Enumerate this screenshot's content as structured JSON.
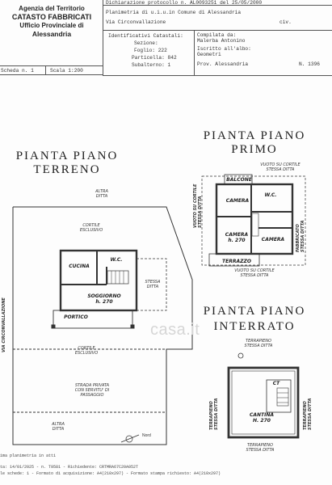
{
  "header": {
    "agency": "Agenzia del Territorio",
    "catasto": "CATASTO FABBRICATI",
    "office": "Ufficio Provinciale di",
    "city": "Alessandria",
    "protocol": "Dichiarazione protocollo n. AL0093251 del 25/05/2000",
    "plan_of": "Planimetria di u.i.u.in Comune di Alessandria",
    "address": "Via Circonvallazione",
    "civ": "civ.",
    "identifiers_title": "Identificativi Catastali:",
    "sezione": "Sezione:",
    "foglio": "Foglio: 222",
    "particella": "Particella: 842",
    "subalterno": "Subalterno: 1",
    "compiled_by": "Compilata da:",
    "compiler_name": "Malerba Antonino",
    "registered": "Iscritto all'albo:",
    "profession": "Geometri",
    "province": "Prov. Alessandria",
    "number": "N. 1396",
    "scheda": "Scheda n. 1",
    "scala": "Scala 1:200"
  },
  "plans": {
    "ground": {
      "title1": "PIANTA PIANO",
      "title2": "TERRENO",
      "altra_ditta_top": "ALTRA\nDITTA",
      "cortile_top": "CORTILE\nESCLUSIVO",
      "cucina": "CUCINA",
      "wc": "W.C.",
      "soggiorno": "SOGGIORNO\nh. 270",
      "stessa_ditta": "STESSA\nDITTA",
      "portico": "PORTICO",
      "cortile_bottom": "CORTILE\nESCLUSIVO",
      "strada": "STRADA PRIVATA\nCON SERVITU' DI\nPASSAGGIO",
      "altra_ditta_bottom": "ALTRA\nDITTA",
      "via": "VIA CIRCONVALLAZIONE",
      "nord": "Nord"
    },
    "first": {
      "title1": "PIANTA PIANO",
      "title2": "PRIMO",
      "vuoto_top": "VUOTO SU CORTILE\nSTESSA DITTA",
      "balcone": "BALCONE",
      "camera1": "CAMERA",
      "wc": "W.C.",
      "camera2": "CAMERA\nh. 270",
      "camera3": "CAMERA",
      "terrazzo": "TERRAZZO",
      "vuoto_left": "VUOTO SU CORTILE\nSTESSA DITTA",
      "fabbricato": "FABBRICATO\nSTESSA DITTA",
      "vuoto_bottom": "VUOTO SU CORTILE\nSTESSA DITTA"
    },
    "basement": {
      "title1": "PIANTA PIANO",
      "title2": "INTERRATO",
      "terrapieno_top": "TERRAPIENO\nSTESSA DITTA",
      "ct": "CT",
      "cantina": "CANTINA\nH. 270",
      "terrapieno_left": "TERRAPIENO\nSTESSA DITTA",
      "terrapieno_right": "TERRAPIENO\nSTESSA DITTA",
      "terrapieno_bottom": "TERRAPIENO\nSTESSA DITTA"
    }
  },
  "watermark": "casa.it",
  "footer": {
    "line1": "ima planimetria in atti",
    "line2": "ta: 14/01/2025 - n. T9581 - Richiedente: CRTMRA67C20A052T",
    "line3": "le schede: 1 - Formato di acquisizione: A4(210x297) - Formato stampa richiesto: A4(210x297)"
  }
}
